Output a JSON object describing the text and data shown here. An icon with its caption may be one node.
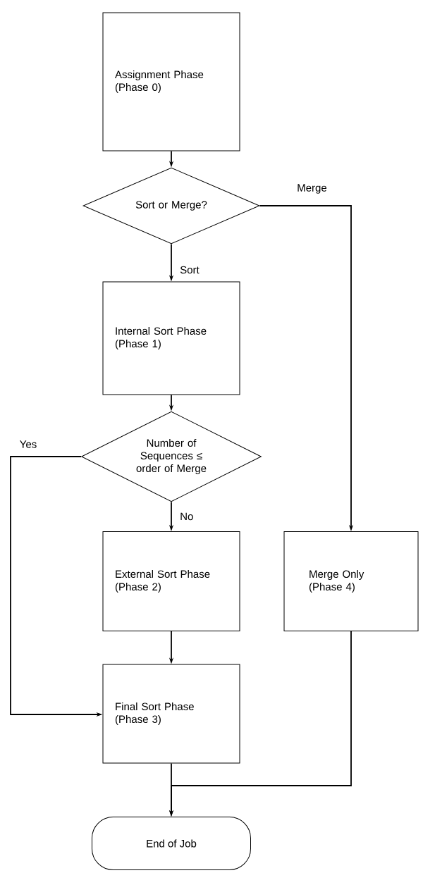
{
  "diagram": {
    "nodes": [
      {
        "text": [
          "Assignment Phase (Phase 0)"
        ]
      },
      {
        "text": [
          "Sort or Merge?"
        ]
      },
      {
        "text": [
          "Internal Sort Phase (Phase 1)"
        ]
      },
      {
        "text": [
          "Number of Sequences ≤ order of Merge"
        ]
      },
      {
        "text": [
          "External Sort Phase (Phase 2)"
        ]
      },
      {
        "text": [
          "Final Sort Phase (Phase 3)"
        ]
      },
      {
        "text": [
          "Merge Only (Phase 4)"
        ]
      },
      {
        "text": [
          "End of Job"
        ]
      }
    ],
    "edges": [
      {
        "from": 0,
        "to": 1,
        "arrow": "to"
      },
      {
        "from": 1,
        "to": 2,
        "arrow": "to",
        "label": "Sort"
      },
      {
        "from": 1,
        "to": 6,
        "arrow": "to",
        "label": "Merge"
      },
      {
        "from": 2,
        "to": 3,
        "arrow": "to"
      },
      {
        "from": 3,
        "to": 5,
        "arrow": "to",
        "label": "Yes"
      },
      {
        "from": 3,
        "to": 4,
        "arrow": "to",
        "label": "No"
      },
      {
        "from": 4,
        "to": 5,
        "arrow": "to"
      },
      {
        "from": 5,
        "to": 7,
        "arrow": "to"
      },
      {
        "from": 6,
        "to": 7,
        "arrow": "to"
      }
    ]
  }
}
